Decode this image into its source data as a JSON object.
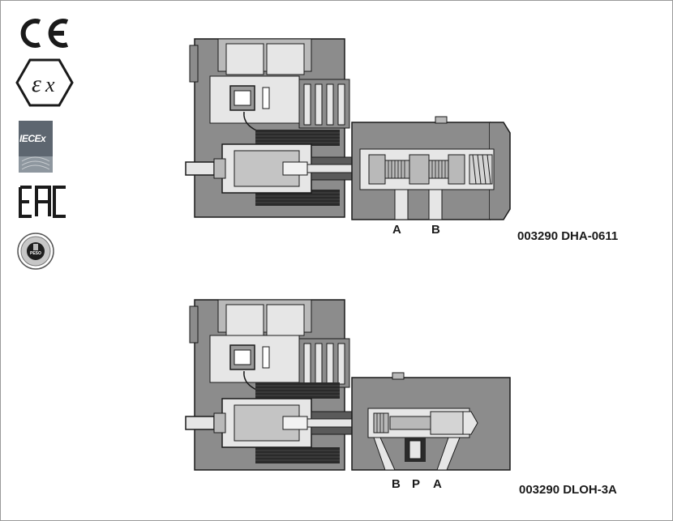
{
  "certifications": {
    "ce": "CE",
    "ex": "εx",
    "iecex": "IECEx",
    "eac": "EAC",
    "peso": "PESO"
  },
  "valves": [
    {
      "code": "003290 DHA-0611",
      "ports": [
        "A",
        "B"
      ]
    },
    {
      "code": "003290 DLOH-3A",
      "ports": [
        "B",
        "P",
        "A"
      ]
    }
  ],
  "colors": {
    "body": "#8c8c8c",
    "body_light": "#b9b9b9",
    "bore": "#e6e6e6",
    "coil": "#2a2a2a",
    "outline": "#1a1a1a"
  }
}
